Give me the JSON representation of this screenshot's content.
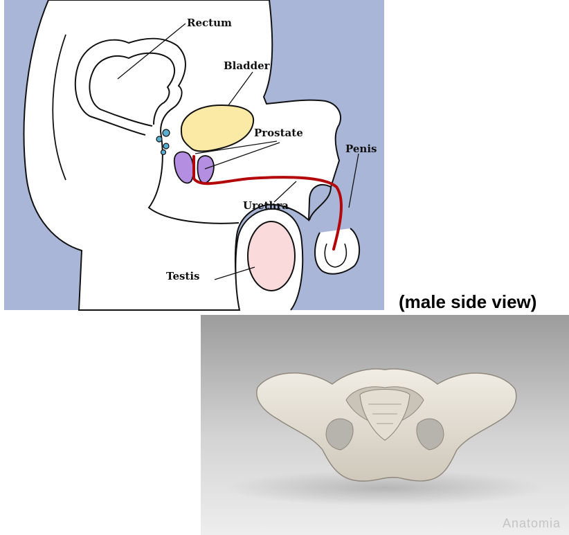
{
  "diagram": {
    "labels": {
      "rectum": "Rectum",
      "bladder": "Bladder",
      "prostate": "Prostate",
      "penis": "Penis",
      "urethra": "Urethra",
      "testis": "Testis"
    },
    "colors": {
      "background": "#a9b6d8",
      "body": "#ffffff",
      "bladder": "#fbe9a6",
      "prostate": "#b48ee0",
      "urethra": "#b3070a",
      "testis": "#fadada",
      "glands": "#5aafd1"
    }
  },
  "caption": "(male side view)",
  "photo": {
    "subject": "pelvis-bone",
    "watermark": "Anatomia"
  }
}
